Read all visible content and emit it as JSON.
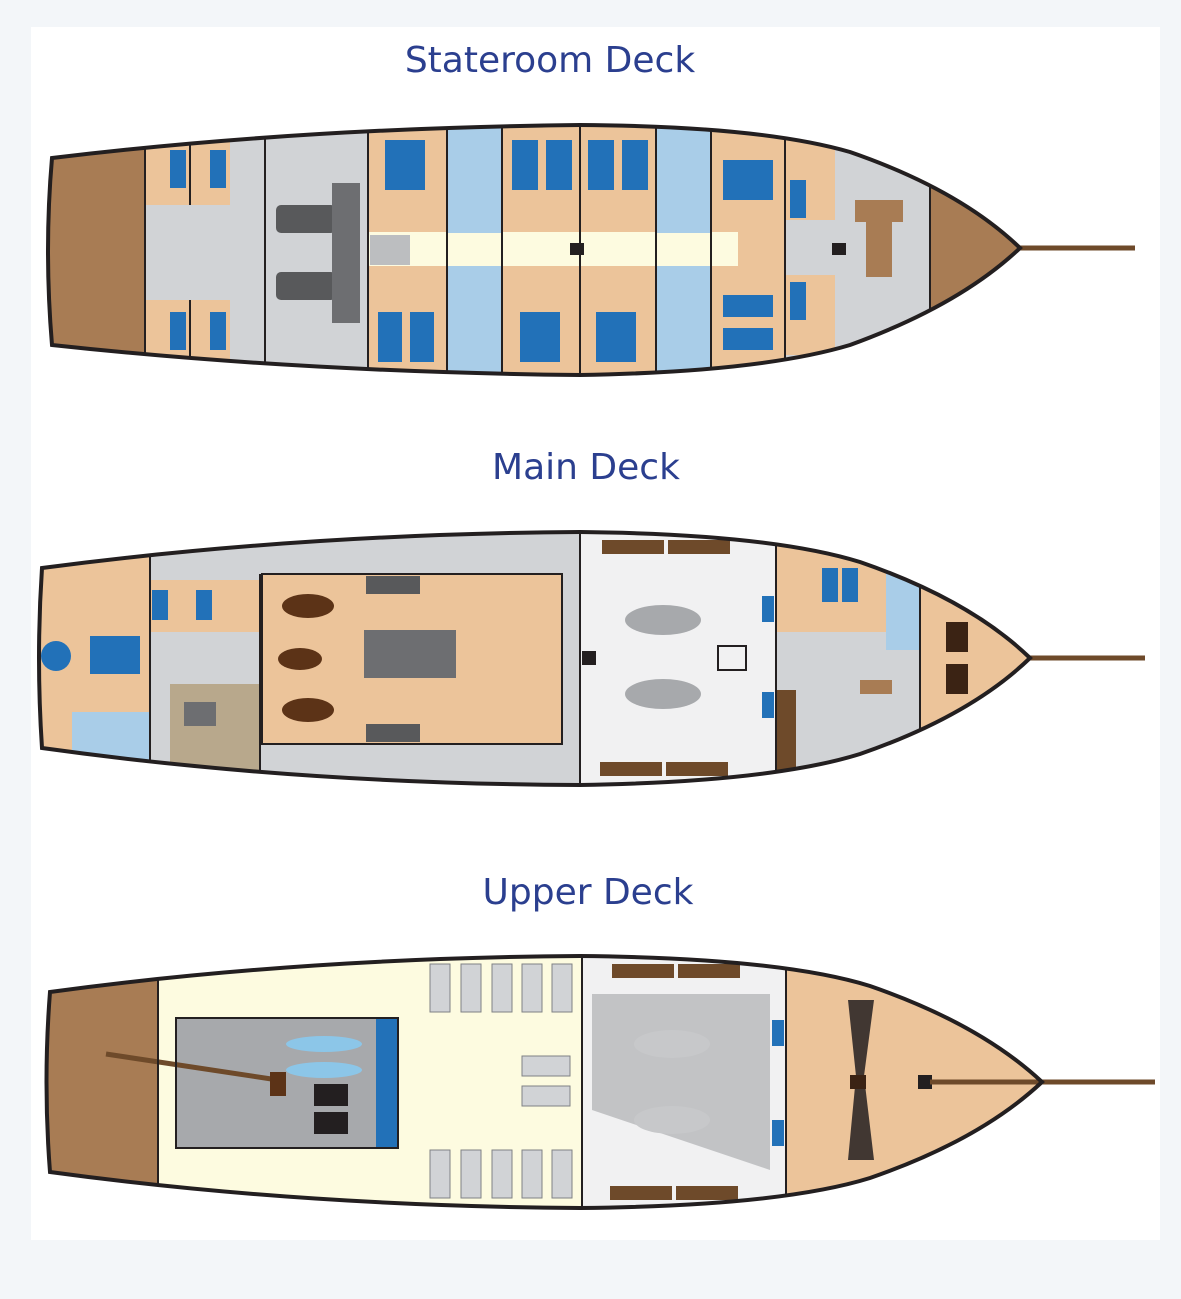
{
  "decks": [
    {
      "title": "Stateroom Deck"
    },
    {
      "title": "Main Deck"
    },
    {
      "title": "Upper Deck"
    }
  ],
  "colors": {
    "background": "#f3f6f9",
    "title": "#2b3f8f",
    "hull_outline": "#231f20",
    "wood": "#a87c54",
    "cabin": "#ecc49a",
    "service": "#d1d3d6",
    "bed": "#2271b8",
    "bath": "#a9cde8",
    "corridor": "#fdfbe0"
  }
}
